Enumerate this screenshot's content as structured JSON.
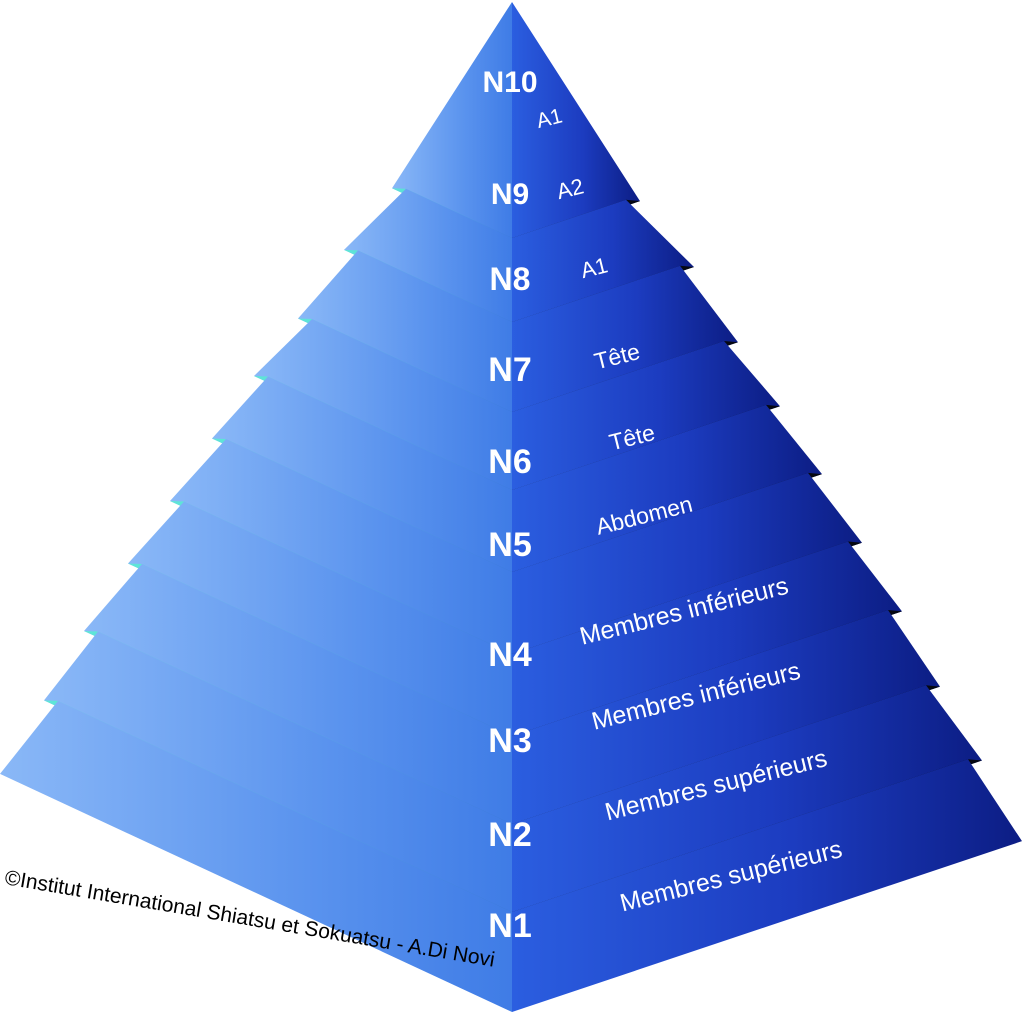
{
  "diagram": {
    "copyright": "©Institut International Shiatsu et Sokuatsu - A.Di Novi",
    "levels": [
      {
        "code": "N1",
        "area": "Membres supérieurs"
      },
      {
        "code": "N2",
        "area": "Membres supérieurs"
      },
      {
        "code": "N3",
        "area": "Membres inférieurs"
      },
      {
        "code": "N4",
        "area": "Membres inférieurs"
      },
      {
        "code": "N5",
        "area": "Abdomen"
      },
      {
        "code": "N6",
        "area": "Tête"
      },
      {
        "code": "N7",
        "area": "Tête"
      },
      {
        "code": "N8",
        "area": "A1"
      },
      {
        "code": "N9",
        "area": "A2"
      },
      {
        "code": "N10",
        "area": "A1"
      }
    ],
    "colors": {
      "left_face_light": "#7fb0f5",
      "left_face_mid": "#4a86ea",
      "right_face_mid": "#2453d6",
      "right_face_dark": "#0d1f86",
      "step_top": "#5ee0d8",
      "step_shadow": "#111a33"
    }
  }
}
